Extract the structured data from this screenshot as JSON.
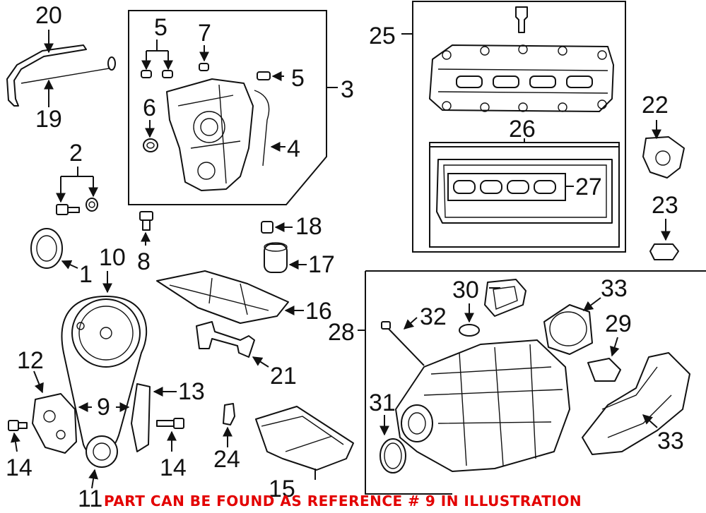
{
  "callouts": {
    "c1": "1",
    "c2": "2",
    "c3": "3",
    "c4": "4",
    "c5a": "5",
    "c5b": "5",
    "c6": "6",
    "c7": "7",
    "c8": "8",
    "c9": "9",
    "c10": "10",
    "c11": "11",
    "c12": "12",
    "c13": "13",
    "c14a": "14",
    "c14b": "14",
    "c15": "15",
    "c16": "16",
    "c17": "17",
    "c18": "18",
    "c19": "19",
    "c20": "20",
    "c21": "21",
    "c22": "22",
    "c23": "23",
    "c24": "24",
    "c25": "25",
    "c26": "26",
    "c27": "27",
    "c28": "28",
    "c29": "29",
    "c30": "30",
    "c31": "31",
    "c32": "32",
    "c33a": "33",
    "c33b": "33"
  },
  "note": "PART CAN BE FOUND AS REFERENCE # 9 IN ILLUSTRATION",
  "colors": {
    "note": "#e30000",
    "ink": "#111111",
    "background": "#ffffff"
  }
}
